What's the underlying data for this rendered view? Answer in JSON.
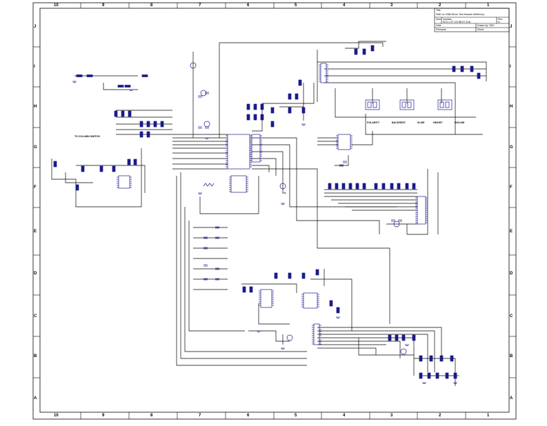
{
  "border": {
    "columns": [
      "10",
      "9",
      "8",
      "7",
      "6",
      "5",
      "4",
      "3",
      "2",
      "1"
    ],
    "rows": [
      "J",
      "I",
      "H",
      "G",
      "F",
      "E",
      "D",
      "C",
      "B",
      "A"
    ]
  },
  "title_block": {
    "title_label": "Title",
    "title_value": "SMD vs 2086 Driver Test Module w/Memory",
    "size_label": "Size",
    "number_label": "Number",
    "number_value": "SC2-1 ST 2/3  NEXT 3/16",
    "rev_label": "Rev",
    "rev_value": "A",
    "date_label": "Date",
    "filename_label": "Filename",
    "drawn_label": "Drawn by: SDC",
    "sheet_label": "Sheet"
  },
  "labels": {
    "column_switch": "TO COLUMN SWITCH",
    "polarity": "POLARITY",
    "backrest": "BACKREST",
    "slide": "SLIDE",
    "height": "HEIGHT",
    "incline": "INCLINE"
  },
  "colors": {
    "wire": "#000000",
    "component": "#1a1a8c",
    "border": "#000000"
  }
}
